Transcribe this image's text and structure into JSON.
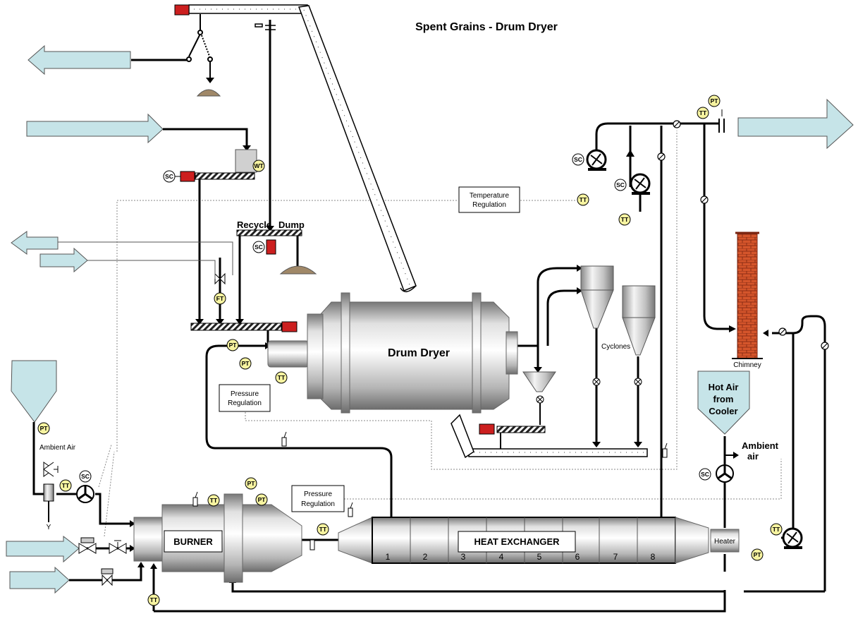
{
  "title": "Spent Grains - Drum Dryer",
  "labels": {
    "drum_dryer": "Drum Dryer",
    "burner": "BURNER",
    "heat_exchanger": "HEAT  EXCHANGER",
    "cyclones": "Cyclones",
    "chimney": "Chimney",
    "heater": "Heater",
    "recycle": "Recycle",
    "dump": "Dump",
    "temperature_regulation": [
      "Temperature",
      "Regulation"
    ],
    "pressure_regulation_left": [
      "Pressure",
      "Regulation"
    ],
    "pressure_regulation_bottom": [
      "Pressure",
      "Regulation"
    ],
    "ambient_air_left": "Ambient Air",
    "ambient_air_right": [
      "Ambient",
      "air"
    ],
    "hot_air_from_cooler": [
      "Hot Air",
      "from",
      "Cooler"
    ],
    "y_symbol": "Y"
  },
  "heat_exchanger_sections": [
    "1",
    "2",
    "3",
    "4",
    "5",
    "6",
    "7",
    "8"
  ],
  "tags": {
    "PT": "PT",
    "TT": "TT",
    "SC": "SC",
    "WT": "WT",
    "FT": "FT"
  },
  "colors": {
    "arrow_fill": "#c6e4e8",
    "motor_red": "#cc1f1f",
    "instrument_fill": "#f6f3a0",
    "brick": "#d2502a",
    "pipe": "#000000"
  }
}
